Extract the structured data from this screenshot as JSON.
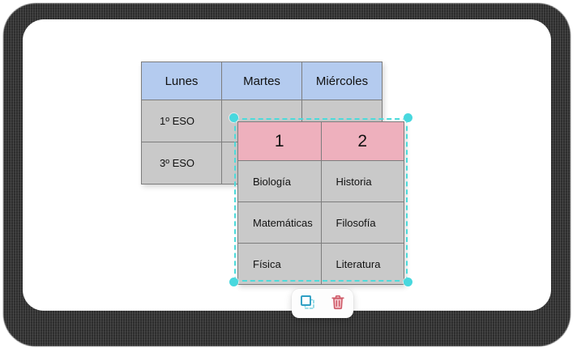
{
  "canvas": {
    "background_color": "#ffffff",
    "card_color": "#ffffff"
  },
  "colors": {
    "header_blue": "#b4cbef",
    "header_pink": "#eeb0bd",
    "cell_gray": "#c9c9c9",
    "border_gray": "#7d7d7d",
    "selection_cyan": "#48d8de",
    "duplicate_icon": "#3aa6c4",
    "delete_icon": "#d4626e"
  },
  "table_schedule": {
    "headers": [
      "Lunes",
      "Martes",
      "Miércoles"
    ],
    "rows": [
      [
        "1º ESO",
        "",
        ""
      ],
      [
        "3º ESO",
        "",
        ""
      ]
    ]
  },
  "table_subjects": {
    "headers": [
      "1",
      "2"
    ],
    "rows": [
      [
        "Biología",
        "Historia"
      ],
      [
        "Matemáticas",
        "Filosofía"
      ],
      [
        "Física",
        "Literatura"
      ]
    ]
  },
  "selection": {
    "state": "selected",
    "handles": [
      "top-left",
      "top-right",
      "bottom-left",
      "bottom-right"
    ]
  },
  "toolbar": {
    "buttons": [
      {
        "name": "duplicate",
        "icon": "duplicate-icon",
        "label": ""
      },
      {
        "name": "delete",
        "icon": "trash-icon",
        "label": ""
      }
    ]
  }
}
